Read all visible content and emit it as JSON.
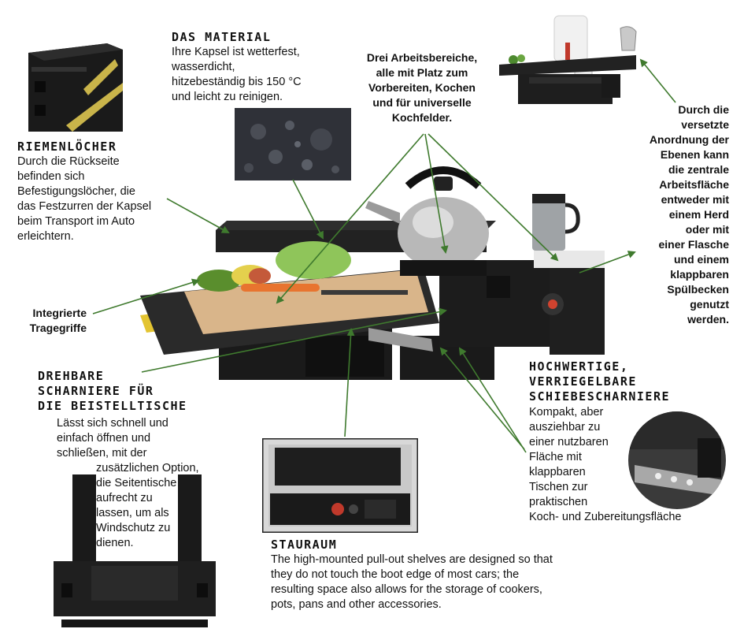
{
  "material": {
    "title": "Das Material",
    "text_lines": [
      "Ihre Kapsel ist wetterfest,",
      "wasserdicht,",
      "hitzebeständig bis 150 °C",
      "und leicht zu reinigen."
    ]
  },
  "riemen": {
    "title": "Riemenlöcher",
    "text_lines": [
      "Durch die Rückseite",
      "befinden sich",
      "Befestigungslöcher, die",
      "das Festzurren der Kapsel",
      "beim Transport im Auto",
      "erleichtern."
    ]
  },
  "arbeitsbereiche": {
    "text_lines": [
      "Drei Arbeitsbereiche,",
      "alle mit Platz zum",
      "Vorbereiten, Kochen",
      "und für universelle",
      "Kochfelder."
    ]
  },
  "anordnung": {
    "text_lines": [
      "Durch die",
      "versetzte",
      "Anordnung der",
      "Ebenen kann",
      "die zentrale",
      "Arbeitsfläche",
      "entweder mit",
      "einem Herd",
      "oder mit",
      "einer Flasche",
      "und einem",
      "klappbaren",
      "Spülbecken",
      "genutzt",
      "werden."
    ]
  },
  "tragegriffe": {
    "text_lines": [
      "Integrierte",
      "Tragegriffe"
    ]
  },
  "drehbare": {
    "title_lines": [
      "Drehbare",
      "Scharniere für",
      "die Beistelltische"
    ],
    "text_lines": [
      "Lässt sich schnell und",
      "einfach öffnen und",
      "schließen, mit der",
      "zusätzlichen Option,",
      "die Seitentische",
      "aufrecht zu",
      "lassen, um als",
      "Windschutz zu",
      "dienen."
    ]
  },
  "hochwertige": {
    "title_lines": [
      "Hochwertige,",
      "verriegelbare",
      "Schiebescharniere"
    ],
    "text_lines": [
      "Kompakt, aber",
      "ausziehbar zu",
      "einer nutzbaren",
      "Fläche mit",
      "klappbaren",
      "Tischen zur",
      "praktischen",
      "Koch- und Zubereitungsfläche"
    ]
  },
  "stauraum": {
    "title": "Stauraum",
    "text_lines": [
      "The high-mounted pull-out shelves are designed so that",
      "they do not touch the boot edge of most cars; the",
      "resulting space also allows for the storage of cookers,",
      "pots, pans and other accessories."
    ]
  },
  "colors": {
    "arrow": "#3f7a2e",
    "box": "#1c1c1c"
  }
}
